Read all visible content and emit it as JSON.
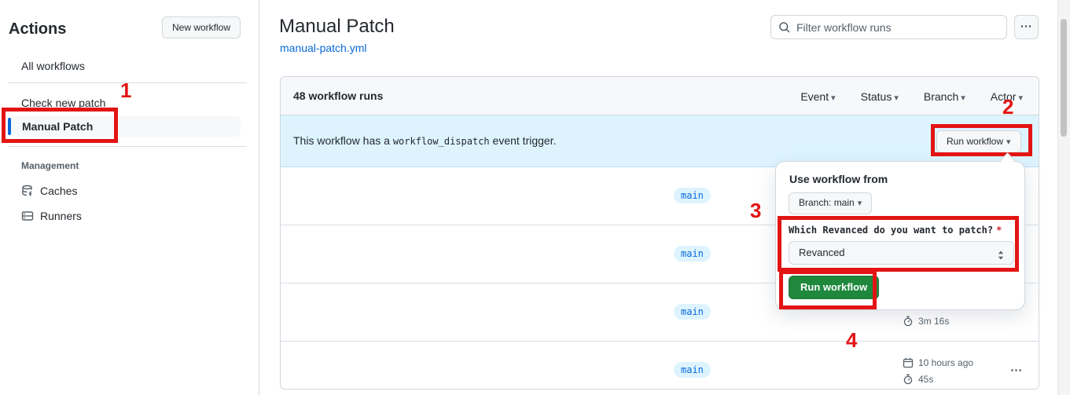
{
  "icons": {
    "caret_down": "▾",
    "kebab": "⋯",
    "required_asterisk": "*"
  },
  "annotations": {
    "one": "1",
    "two": "2",
    "three": "3",
    "four": "4"
  },
  "sidebar": {
    "title": "Actions",
    "new_workflow_button": "New workflow",
    "all_workflows": "All workflows",
    "check_new_patch": "Check new patch",
    "manual_patch": "Manual Patch",
    "management_label": "Management",
    "caches": "Caches",
    "runners": "Runners"
  },
  "main_header": {
    "title": "Manual Patch",
    "workflow_file": "manual-patch.yml",
    "filter_placeholder": "Filter workflow runs"
  },
  "runs": {
    "count": "48 workflow runs",
    "filters": {
      "event": "Event",
      "status": "Status",
      "branch": "Branch",
      "actor": "Actor"
    },
    "banner": {
      "before": "This workflow has a",
      "code": "workflow_dispatch",
      "after": "event trigger.",
      "run_workflow": "Run workflow"
    },
    "rows": [
      {
        "branch": "main"
      },
      {
        "branch": "main"
      },
      {
        "branch": "main",
        "duration": "3m 16s"
      },
      {
        "branch": "main",
        "time": "10 hours ago",
        "duration": "45s"
      }
    ]
  },
  "popup": {
    "title": "Use workflow from",
    "branch_selector": "Branch: main",
    "input_label": "Which Revanced do you want to patch?",
    "select_value": "Revanced",
    "run_workflow": "Run workflow"
  },
  "colors": {
    "accent_blue": "#0969da",
    "banner_bg": "#ddf4ff",
    "green_button": "#1f883d",
    "annotation_red": "#e31414"
  }
}
